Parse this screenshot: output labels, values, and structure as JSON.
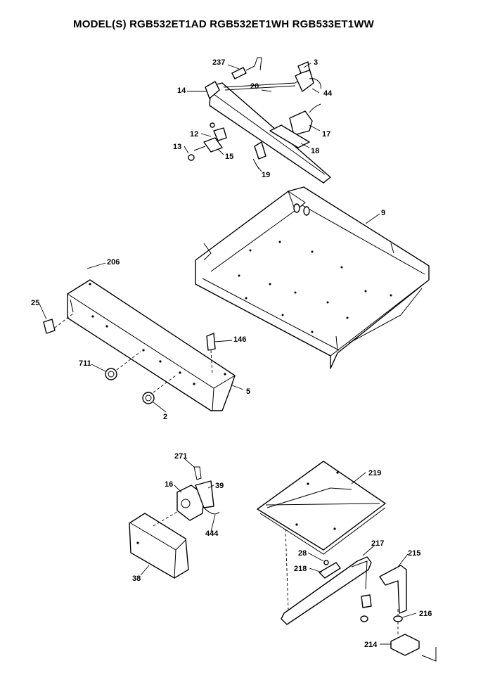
{
  "title": "MODEL(S) RGB532ET1AD  RGB532ET1WH  RGB533ET1WW",
  "callouts": {
    "c237": "237",
    "c3": "3",
    "c14": "14",
    "c20": "20",
    "c44": "44",
    "c12": "12",
    "c17": "17",
    "c13": "13",
    "c15": "15",
    "c18": "18",
    "c19": "19",
    "c9": "9",
    "c206": "206",
    "c25": "25",
    "c146": "146",
    "c711": "711",
    "c5": "5",
    "c2": "2",
    "c271": "271",
    "c16": "16",
    "c39": "39",
    "c444": "444",
    "c38": "38",
    "c219": "219",
    "c28": "28",
    "c217": "217",
    "c218": "218",
    "c215": "215",
    "c216": "216",
    "c214": "214"
  }
}
